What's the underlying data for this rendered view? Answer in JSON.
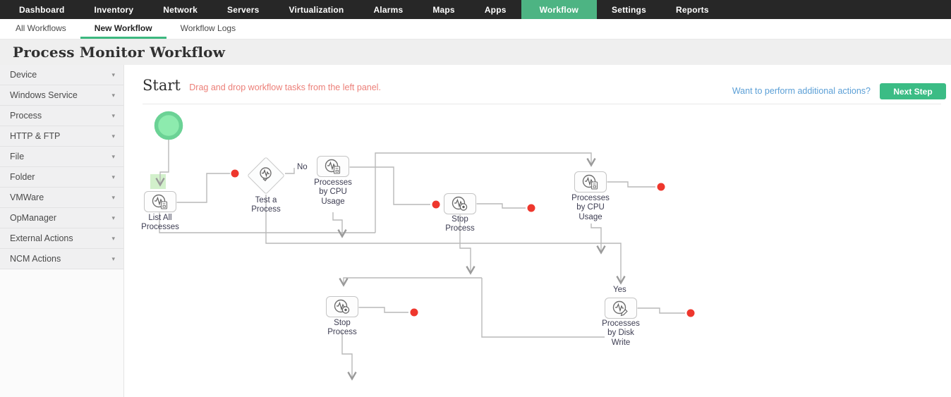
{
  "nav": {
    "items": [
      "Dashboard",
      "Inventory",
      "Network",
      "Servers",
      "Virtualization",
      "Alarms",
      "Maps",
      "Apps",
      "Workflow",
      "Settings",
      "Reports"
    ],
    "active": "Workflow"
  },
  "tabs": {
    "items": [
      "All Workflows",
      "New Workflow",
      "Workflow Logs"
    ],
    "active": "New Workflow"
  },
  "page_title": "Process Monitor Workflow",
  "sidebar": {
    "items": [
      "Device",
      "Windows Service",
      "Process",
      "HTTP & FTP",
      "File",
      "Folder",
      "VMWare",
      "OpManager",
      "External Actions",
      "NCM Actions"
    ]
  },
  "icons": {
    "chevron_down": "▾"
  },
  "canvas": {
    "heading": "Start",
    "hint": "Drag and drop workflow tasks from the left panel.",
    "link": "Want to perform additional actions?",
    "next_step": "Next Step",
    "nodes": [
      {
        "label": "List All Processes",
        "icon": "process-monitor-list-icon"
      },
      {
        "label": "Test a Process",
        "icon": "process-monitor-check-icon"
      },
      {
        "label": "Processes by CPU Usage",
        "icon": "process-monitor-list-icon"
      },
      {
        "label": "Stop Process",
        "icon": "process-monitor-stop-icon"
      },
      {
        "label": "Processes by CPU Usage",
        "icon": "process-monitor-list-icon"
      },
      {
        "label": "Stop Process",
        "icon": "process-monitor-stop-icon"
      },
      {
        "label": "Processes by Disk Write",
        "icon": "process-monitor-pencil-icon"
      }
    ],
    "branch": {
      "yes": "Yes",
      "no": "No"
    }
  },
  "colors": {
    "nav_active_green": "#4db483",
    "button_green": "#3bbc85",
    "tab_underline_green": "#3cb87f",
    "start_circle_fill": "#8debae",
    "start_circle_ring": "#6bd295",
    "endpoint_red": "#ee372d",
    "hint_red": "#ec7f78",
    "link_blue": "#5b9fd6",
    "connector_gray": "#b9b9b9"
  }
}
